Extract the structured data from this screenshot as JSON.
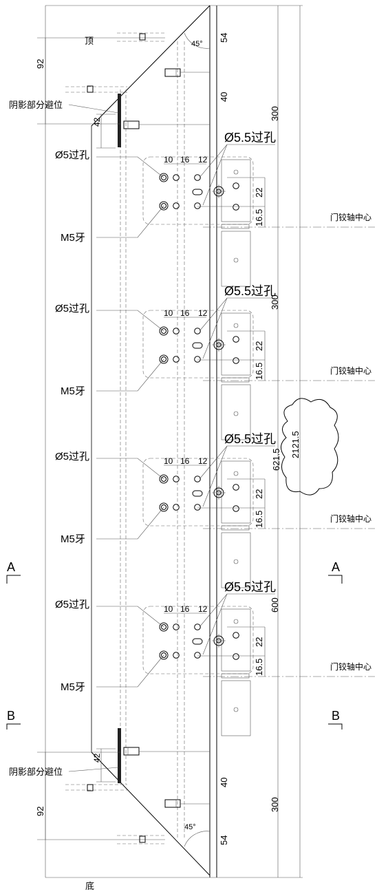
{
  "labels": {
    "top": "顶",
    "bottom": "底",
    "shadow_clearance": "阴影部分避位",
    "hole_5": "Ø5过孔",
    "hole_5_5": "Ø5.5过孔",
    "thread": "M5牙",
    "hinge_center": "门铰轴中心",
    "section_a": "A",
    "section_b": "B"
  },
  "dimensions": {
    "d92": "92",
    "d42": "42",
    "d54": "54",
    "d40": "40",
    "d300": "300",
    "d300b": "300",
    "d600": "600",
    "d621_5": "621.5",
    "d2121_5": "2121.5",
    "d10": "10",
    "d16": "16",
    "d12": "12",
    "d22": "22",
    "d16_5": "16.5",
    "angle": "45°"
  }
}
